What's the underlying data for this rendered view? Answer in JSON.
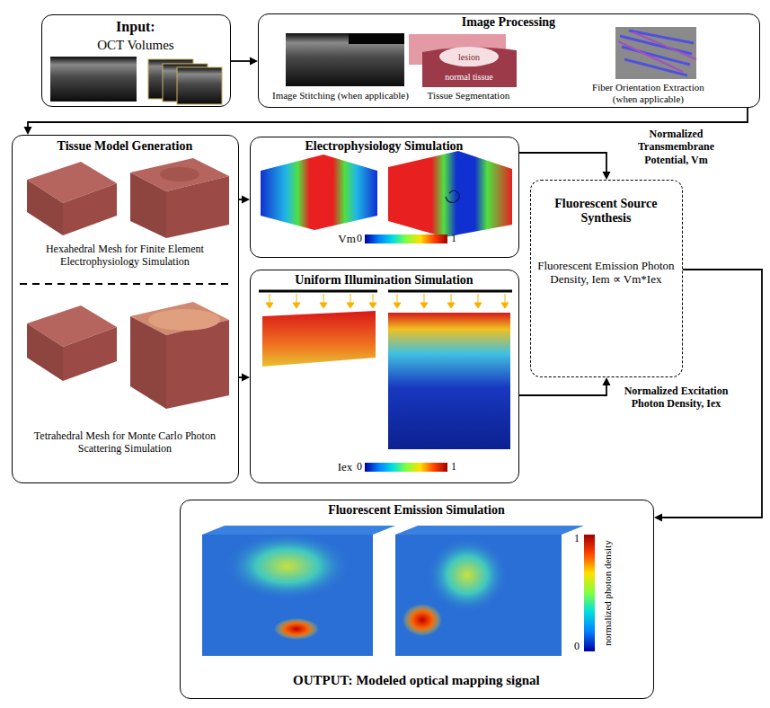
{
  "diagram": {
    "nodes": [
      {
        "text": [
          "Input:",
          "OCT Volumes"
        ]
      },
      {
        "text": [
          "Image Processing",
          "Image Stitching (when applicable)",
          "Tissue Segmentation",
          "Fiber Orientation Extraction (when applicable)"
        ]
      },
      {
        "text": [
          "Tissue Model Generation",
          "Hexahedral Mesh for Finite Element Electrophysiology Simulation",
          "Tetrahedral Mesh for Monte Carlo Photon Scattering Simulation"
        ]
      },
      {
        "text": [
          "Electrophysiology Simulation"
        ]
      },
      {
        "text": [
          "Uniform Illumination Simulation"
        ]
      },
      {
        "text": [
          "Fluorescent Source Synthesis",
          "Fluorescent Emission Photon Density, Iem ∝ Vm*Iex"
        ]
      },
      {
        "text": [
          "Fluorescent Emission Simulation",
          "OUTPUT: Modeled optical mapping signal"
        ]
      }
    ],
    "edges": [
      {
        "from": 0,
        "to": 1,
        "arrow": "to"
      },
      {
        "from": 1,
        "to": 2,
        "arrow": "to"
      },
      {
        "from": 2,
        "to": 3,
        "arrow": "to"
      },
      {
        "from": 2,
        "to": 4,
        "arrow": "to"
      },
      {
        "from": 3,
        "to": 5,
        "label": "Normalized Transmembrane Potential, Vm",
        "arrow": "to"
      },
      {
        "from": 4,
        "to": 5,
        "label": "Normalized Excitation Photon Density, Iex",
        "arrow": "to"
      },
      {
        "from": 5,
        "to": 6,
        "arrow": "to"
      }
    ],
    "labels": [
      "lesion",
      "normal tissue",
      "Vm",
      "0",
      "1",
      "Iex",
      "0",
      "1",
      "1",
      "normalized photon density",
      "0"
    ]
  }
}
